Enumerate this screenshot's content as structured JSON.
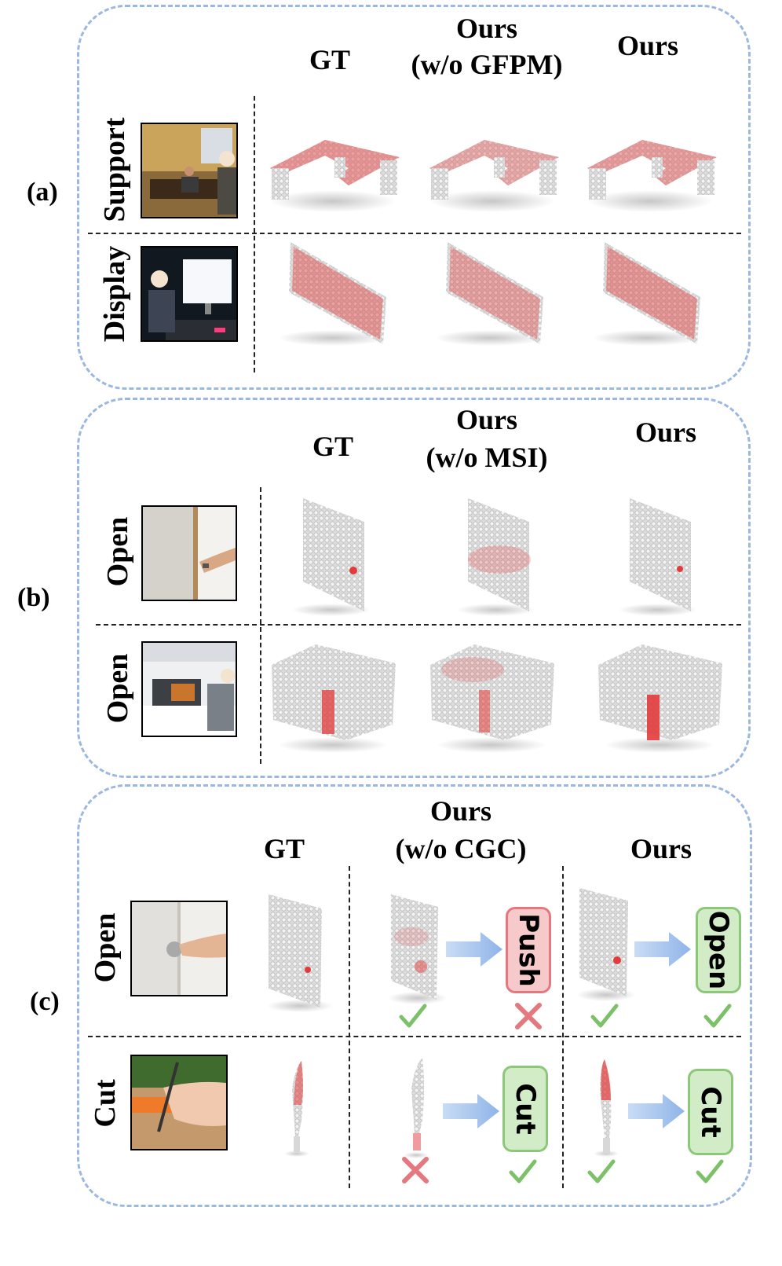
{
  "panel_a": {
    "label": "(a)",
    "col_gt": "GT",
    "col_ablation_line1": "Ours",
    "col_ablation_line2": "(w/o GFPM)",
    "col_ours": "Ours",
    "rows": [
      "Support",
      "Display"
    ]
  },
  "panel_b": {
    "label": "(b)",
    "col_gt": "GT",
    "col_ablation_line1": "Ours",
    "col_ablation_line2": "(w/o MSI)",
    "col_ours": "Ours",
    "rows": [
      "Open",
      "Open"
    ]
  },
  "panel_c": {
    "label": "(c)",
    "col_gt": "GT",
    "col_ablation_line1": "Ours",
    "col_ablation_line2": "(w/o CGC)",
    "col_ours": "Ours",
    "rows": [
      "Open",
      "Cut"
    ],
    "tags": {
      "row1_ablation": "Push",
      "row1_ours": "Open",
      "row2_ablation": "Cut",
      "row2_ours": "Cut"
    }
  },
  "colors": {
    "panel_border": "#9db8e0",
    "highlight_red": "#e23b3b",
    "wrong_tag": "#f6c9cb",
    "correct_tag": "#d3ecc8",
    "check_green": "#7dc06a",
    "cross_red": "#e4787e",
    "arrow_blue": "#8fb4e8"
  }
}
